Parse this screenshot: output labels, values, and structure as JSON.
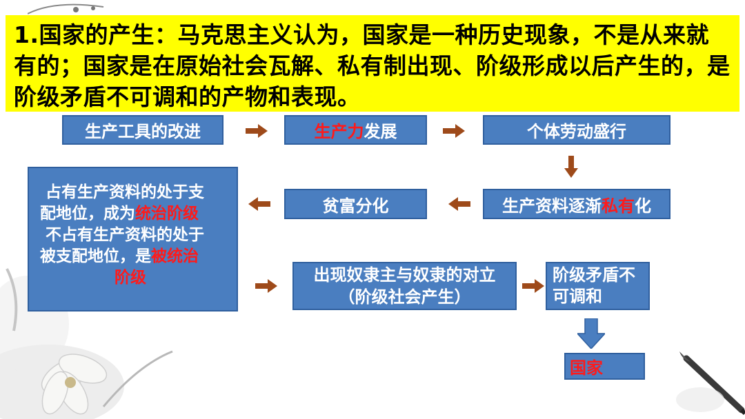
{
  "title": {
    "text": "1.国家的产生：马克思主义认为，国家是一种历史现象，不是从来就有的；国家是在原始社会瓦解、私有制出现、阶级形成以后产生的，是阶级矛盾不可调和的产物和表现。"
  },
  "diagram": {
    "tools": "生产工具的改进",
    "productivity": {
      "highlight": "生产力",
      "rest": "发展"
    },
    "individual_labor": "个体劳动盛行",
    "private": {
      "pre": "生产资料逐渐",
      "highlight": "私有",
      "post": "化"
    },
    "polarization": "贫富分化",
    "classes": {
      "line1": "占有生产资料的处于支",
      "line2_pre": "配地位，成为",
      "line2_red": "统治阶级",
      "line3": "不占有生产资料的处于",
      "line4_pre": "被支配地位，是",
      "line4_red": "被统治",
      "line5_red": "阶级"
    },
    "slavery": {
      "line1": "出现奴隶主与奴隶的对立",
      "line2": "（阶级社会产生）"
    },
    "contradiction": {
      "line1": "阶级矛盾不",
      "line2": "可调和"
    },
    "state": "国家"
  },
  "colors": {
    "box_fill": "#4a7ec0",
    "arrow_brown": "#9e4a1a",
    "arrow_blue": "#4a7ec0",
    "title_bg": "#ffff00",
    "highlight_red": "#ff1a1a"
  }
}
